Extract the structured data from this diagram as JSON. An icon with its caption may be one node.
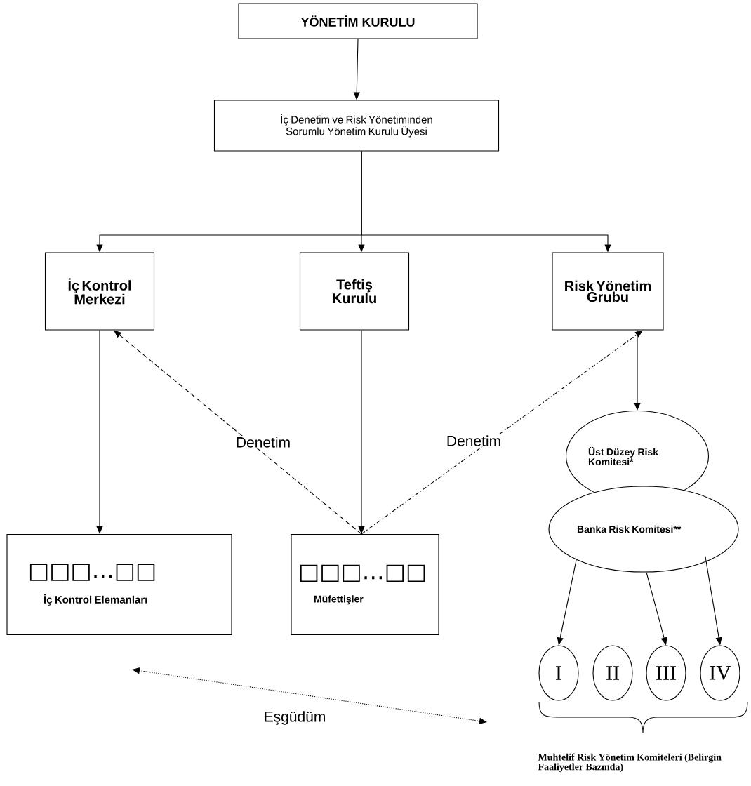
{
  "diagram": {
    "nodes": [
      {
        "text": [
          "YÖNETİM KURULU"
        ]
      },
      {
        "text": [
          "İç Denetim ve Risk Yönetiminden Sorumlu Yönetim Kurulu Üyesi"
        ]
      },
      {
        "text": [
          "İç Kontrol Merkezi"
        ]
      },
      {
        "text": [
          "Teftiş Kurulu"
        ]
      },
      {
        "text": [
          "Risk Yönetim Grubu"
        ]
      },
      {
        "text": [
          "□□□…□□",
          "İç Kontrol Elemanları"
        ]
      },
      {
        "text": [
          "□□□…□□",
          "Müfettişler"
        ]
      },
      {
        "text": [
          "Üst Düzey Risk Komitesi*"
        ]
      },
      {
        "text": [
          "Banka Risk Komitesi**"
        ]
      },
      {
        "text": [
          "I"
        ]
      },
      {
        "text": [
          "II"
        ]
      },
      {
        "text": [
          "III"
        ]
      },
      {
        "text": [
          "IV"
        ]
      }
    ],
    "edges": [
      {
        "from": 0,
        "to": 1,
        "arrow": "to"
      },
      {
        "from": 1,
        "to": 2,
        "arrow": "to"
      },
      {
        "from": 1,
        "to": 3,
        "arrow": "to"
      },
      {
        "from": 1,
        "to": 4,
        "arrow": "to"
      },
      {
        "from": 2,
        "to": 5,
        "arrow": "to"
      },
      {
        "from": 3,
        "to": 6,
        "arrow": "to"
      },
      {
        "from": 6,
        "to": 2,
        "arrow": "to",
        "label": "Denetim",
        "style": "dashed"
      },
      {
        "from": 6,
        "to": 4,
        "arrow": "to",
        "label": "Denetim",
        "style": "dashed"
      },
      {
        "from": 4,
        "to": 7,
        "arrow": "to"
      },
      {
        "from": 8,
        "to": 9,
        "arrow": "to"
      },
      {
        "from": 8,
        "to": 11,
        "arrow": "to"
      },
      {
        "from": 8,
        "to": 12,
        "arrow": "to"
      },
      {
        "from": 5,
        "to": null,
        "arrow": "both",
        "label": "Eşgüdüm",
        "style": "dashed"
      }
    ],
    "labels": [
      "Muhtelif Risk Yönetim Komiteleri (Belirgin Faaliyetler Bazında)"
    ]
  }
}
